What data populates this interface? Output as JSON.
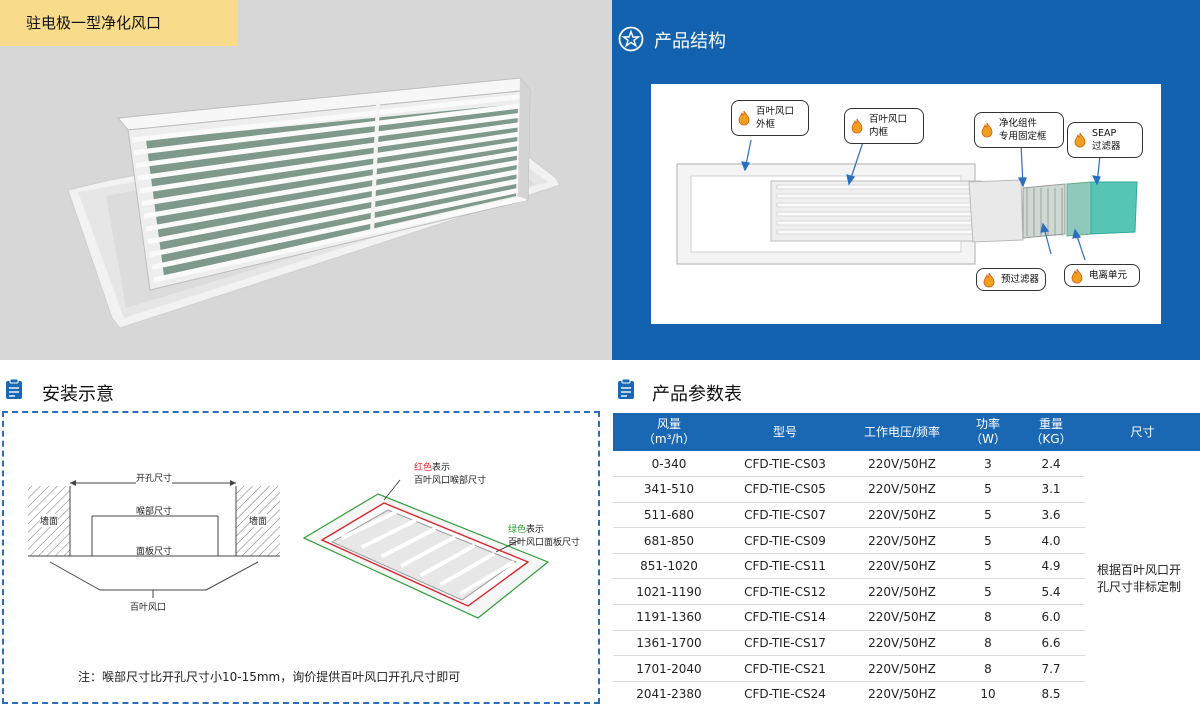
{
  "photo_panel": {
    "title": "驻电极一型净化风口"
  },
  "structure": {
    "title": "产品结构",
    "labels": [
      "百叶风口\n外框",
      "百叶风口\n内框",
      "净化组件\n专用固定框",
      "SEAP\n过滤器",
      "预过滤器",
      "电离单元"
    ]
  },
  "install": {
    "title": "安装示意",
    "left_diagram": {
      "opening_size": "开孔尺寸",
      "throat_size": "喉部尺寸",
      "panel_size": "面板尺寸",
      "wall_left": "墙面",
      "wall_right": "墙面",
      "grille": "百叶风口"
    },
    "right_diagram": {
      "red_word": "红色",
      "red_desc": "表示",
      "red_desc2": "百叶风口喉部尺寸",
      "green_word": "绿色",
      "green_desc": "表示",
      "green_desc2": "百叶风口面板尺寸"
    },
    "note": "注：喉部尺寸比开孔尺寸小10-15mm，询价提供百叶风口开孔尺寸即可"
  },
  "params": {
    "title": "产品参数表",
    "headers": {
      "airflow_line1": "风量",
      "airflow_line2": "（m³/h）",
      "model": "型号",
      "voltage": "工作电压/频率",
      "power_line1": "功率",
      "power_line2": "（W）",
      "weight_line1": "重量",
      "weight_line2": "（KG）",
      "size": "尺寸"
    },
    "size_note_line1": "根据百叶风口开",
    "size_note_line2": "孔尺寸非标定制",
    "rows": [
      {
        "airflow": "0-340",
        "model": "CFD-TIE-CS03",
        "voltage": "220V/50HZ",
        "power": "3",
        "weight": "2.4"
      },
      {
        "airflow": "341-510",
        "model": "CFD-TIE-CS05",
        "voltage": "220V/50HZ",
        "power": "5",
        "weight": "3.1"
      },
      {
        "airflow": "511-680",
        "model": "CFD-TIE-CS07",
        "voltage": "220V/50HZ",
        "power": "5",
        "weight": "3.6"
      },
      {
        "airflow": "681-850",
        "model": "CFD-TIE-CS09",
        "voltage": "220V/50HZ",
        "power": "5",
        "weight": "4.0"
      },
      {
        "airflow": "851-1020",
        "model": "CFD-TIE-CS11",
        "voltage": "220V/50HZ",
        "power": "5",
        "weight": "4.9"
      },
      {
        "airflow": "1021-1190",
        "model": "CFD-TIE-CS12",
        "voltage": "220V/50HZ",
        "power": "5",
        "weight": "5.4"
      },
      {
        "airflow": "1191-1360",
        "model": "CFD-TIE-CS14",
        "voltage": "220V/50HZ",
        "power": "8",
        "weight": "6.0"
      },
      {
        "airflow": "1361-1700",
        "model": "CFD-TIE-CS17",
        "voltage": "220V/50HZ",
        "power": "8",
        "weight": "6.6"
      },
      {
        "airflow": "1701-2040",
        "model": "CFD-TIE-CS21",
        "voltage": "220V/50HZ",
        "power": "8",
        "weight": "7.7"
      },
      {
        "airflow": "2041-2380",
        "model": "CFD-TIE-CS24",
        "voltage": "220V/50HZ",
        "power": "10",
        "weight": "8.5"
      }
    ]
  },
  "colors": {
    "brand_blue": "#1362b0",
    "header_blue": "#1a67b4",
    "tag_yellow": "#f8dc8c",
    "dash_blue": "#2a6fbf",
    "red_marker": "#d9262e",
    "green_marker": "#2f9e3a"
  }
}
